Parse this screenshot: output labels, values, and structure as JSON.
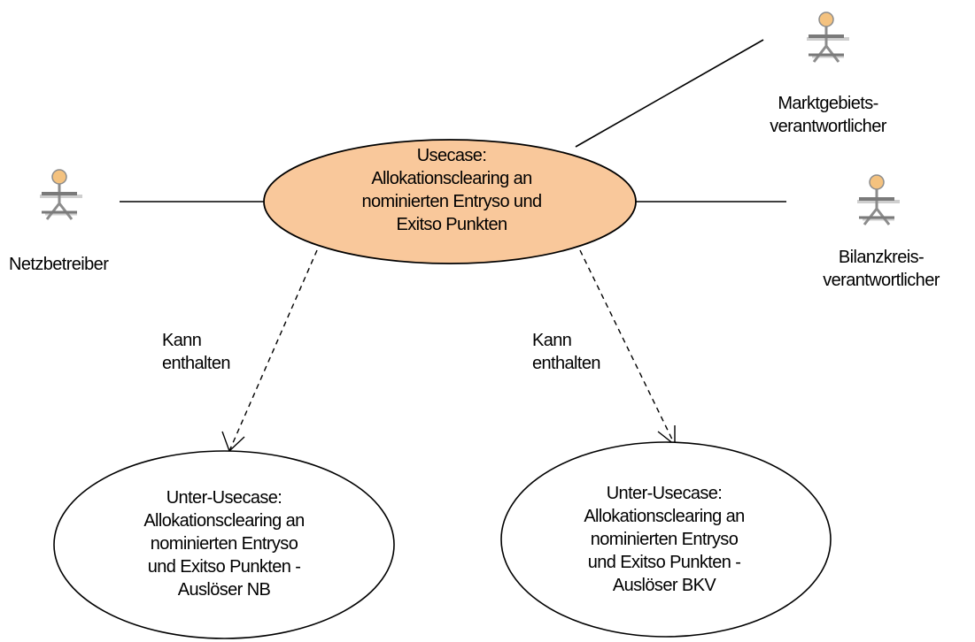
{
  "colors": {
    "main_usecase_fill": "#f9c89b",
    "sub_usecase_fill": "#ffffff",
    "stroke": "#000000",
    "actor_head": "#f4c27f",
    "actor_body": "#8c8c8c",
    "actor_shadow": "#cfcfcf"
  },
  "main_usecase": {
    "label": "Usecase:\nAllokationsclearing an\nnominierten Entryso und\nExitso Punkten"
  },
  "sub_usecases": [
    {
      "label": "Unter-Usecase:\nAllokationsclearing an\nnominierten Entryso\nund Exitso Punkten -\nAuslöser NB"
    },
    {
      "label": "Unter-Usecase:\nAllokationsclearing  an\nnominierten Entryso\nund Exitso Punkten -\nAuslöser BKV"
    }
  ],
  "actors": [
    {
      "name": "Netzbetreiber",
      "icon": "actor-icon"
    },
    {
      "name": "Marktgebiets-\nverantwortlicher",
      "icon": "actor-icon"
    },
    {
      "name": "Bilanzkreis-\nverantwortlicher",
      "icon": "actor-icon"
    }
  ],
  "relations": [
    {
      "label": "Kann\nenthalten",
      "type": "include-dashed"
    },
    {
      "label": "Kann\nenthalten",
      "type": "include-dashed"
    }
  ]
}
